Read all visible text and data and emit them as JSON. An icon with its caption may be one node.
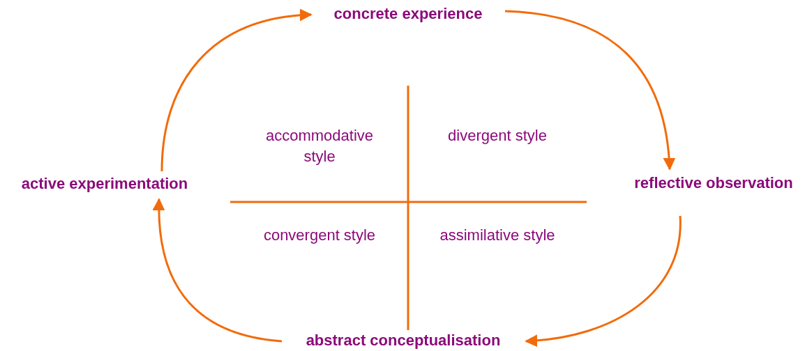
{
  "diagram": {
    "nodes": [
      {
        "text": [
          "concrete experience"
        ]
      },
      {
        "text": [
          "reflective observation"
        ]
      },
      {
        "text": [
          "abstract conceptualisation"
        ]
      },
      {
        "text": [
          "active experimentation"
        ]
      }
    ],
    "edges": [
      {
        "from": 0,
        "to": 1,
        "arrow": "to"
      },
      {
        "from": 1,
        "to": 2,
        "arrow": "to"
      },
      {
        "from": 2,
        "to": 3,
        "arrow": "to"
      },
      {
        "from": 3,
        "to": 0,
        "arrow": "to"
      }
    ],
    "labels": [
      "accommodative style",
      "divergent style",
      "convergent style",
      "assimilative style"
    ]
  }
}
